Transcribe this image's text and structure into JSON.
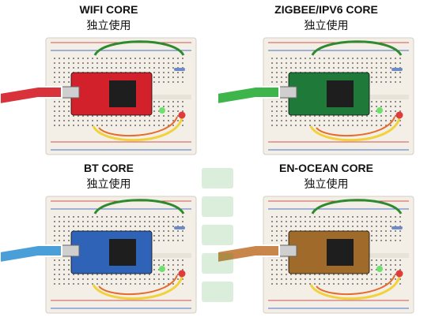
{
  "panels": [
    {
      "title": "WIFI CORE",
      "subtitle": "独立使用",
      "board_color": "#d3212b",
      "cable_color": "#d8333b"
    },
    {
      "title": "ZIGBEE/IPV6 CORE",
      "subtitle": "独立使用",
      "board_color": "#1f7a3a",
      "cable_color": "#3db54a"
    },
    {
      "title": "BT CORE",
      "subtitle": "独立使用",
      "board_color": "#2f63b8",
      "cable_color": "#4a9fd8"
    },
    {
      "title": "EN-OCEAN CORE",
      "subtitle": "独立使用",
      "board_color": "#a06a2a",
      "cable_color": "#c8864a"
    }
  ],
  "watermark": {
    "color": "#5fb35f"
  }
}
